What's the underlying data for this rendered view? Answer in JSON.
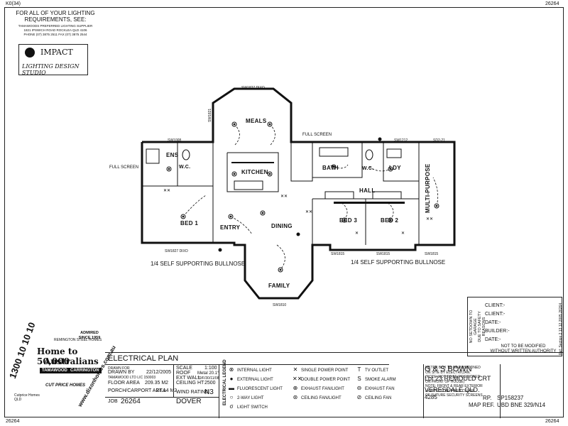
{
  "corner": {
    "top_left": "K0(34)",
    "top_right": "26264",
    "bottom_left": "26264",
    "bottom_right": "26264"
  },
  "lighting_note": {
    "line1": "FOR ALL OF YOUR LIGHTING",
    "line2": "REQUIREMENTS, SEE:",
    "line3": "TAMAWOODS PREFERRED LIGHTING SUPPLIER",
    "line4": "1821 IPSWICH ROAD ROCKLEA QLD 4106",
    "line5": "PHONE (07) 3875 2511  FAX (07) 3875 2544"
  },
  "impact_logo": {
    "line1": "IMPACT",
    "line2": "LIGHTING DESIGN STUDIO"
  },
  "plan": {
    "rooms": {
      "meals": "MEALS",
      "ens": "ENS",
      "wc1": "W.C.",
      "bed1": "BED 1",
      "entry": "ENTRY",
      "kitchen": "KITCHEN",
      "dining": "DINING",
      "family": "FAMILY",
      "bath": "BATH",
      "wc2": "W.C.",
      "ldy": "LDY",
      "hall": "HALL",
      "bed3": "BED 3",
      "bed2": "BED 2",
      "multi": "MULTI-PURPOSE"
    },
    "notes": {
      "full_screen_left": "FULL SCREEN",
      "full_screen_right": "FULL SCREEN",
      "bullnose_left": "1/4 SELF SUPPORTING BULLNOSE",
      "bullnose_right": "1/4 SELF SUPPORTING BULLNOSE",
      "win_top": "SW1827 DIXO",
      "win_bed1": "SW1827 DIXO",
      "win_family": "SW1810",
      "win_bed3": "SW1815",
      "win_bed2": "SW1815",
      "win_multi": "SW1815",
      "win_ldy": "SW1212",
      "win_ldy2": "SD2-21",
      "win_ens": "SW1008",
      "win_meals": "SW1821"
    }
  },
  "stamp": {
    "line1": "NO SETDOWN TO GARAGE",
    "line2": "DUE TO SAFETY REASONS",
    "client1": "CLIENT:-",
    "client2": "CLIENT:-",
    "date": "DATE:-",
    "builder": "BUILDER:-",
    "date2": "DATE:-",
    "bottom1": "NOT TO BE MODIFIED",
    "bottom2": "WITHOUT WRITTEN AUTHORITY"
  },
  "dixon": {
    "phone": "1300 10 10 10",
    "home": "Home to 50,000",
    "australians": "Australians",
    "since": "ADMIRED SINCE 1959",
    "carrington": "CARRINGTON",
    "tamawood": "TAMAWOOD",
    "remington": "REMINGTON STEEL HOMES",
    "cutprice": "CUT PRICE HOMES",
    "web": "www.dixonhomes.com.au",
    "qld": "Cutprice Homes QLD"
  },
  "title_block": {
    "title": "ELECTRICAL PLAN",
    "drawn_for_label": "DRAWN FOR",
    "drawn_by_label": "DRAWN BY",
    "drawn_by_value": "TAMAWOOD LTD  LIC  150003",
    "date_value": "22/12/2005",
    "floor_area_label": "FLOOR AREA",
    "floor_area_value": "209.35 M2",
    "porch_label": "PORCH/CARPORT AREA",
    "porch_value": "27.14 M2",
    "scale_label": "SCALE",
    "scale_value": "1:100",
    "roof_label": "ROOF",
    "roof_value": "Metal  20.1°",
    "ext_wall_label": "EXT WALL",
    "ext_wall_value": "70/F/30/11/08",
    "ceiling_label": "CEILING HT",
    "ceiling_value": "2500",
    "wind_label": "WIND RATING",
    "wind_value": "N3",
    "job_label": "JOB",
    "job_value": "26264",
    "design": "DOVER",
    "legend_vertical": "ELECTRICAL LEGEND",
    "legend": [
      {
        "sym": "⊗",
        "text": "INTERNAL LIGHT"
      },
      {
        "sym": "●",
        "text": "EXTERNAL LIGHT"
      },
      {
        "sym": "▬",
        "text": "FLUORESCENT LIGHT"
      },
      {
        "sym": "○",
        "text": "2-WAY LIGHT"
      },
      {
        "sym": "σ",
        "text": "LIGHT SWITCH"
      },
      {
        "sym": "✕",
        "text": "SINGLE POWER POINT"
      },
      {
        "sym": "✕✕",
        "text": "DOUBLE POWER POINT"
      },
      {
        "sym": "⊕",
        "text": "EXHAUST FAN/LIGHT"
      },
      {
        "sym": "⊛",
        "text": "CEILING FAN/LIGHT"
      },
      {
        "sym": "T",
        "text": "TV OUTLET"
      },
      {
        "sym": "S",
        "text": "SMOKE ALARM"
      },
      {
        "sym": "⊖",
        "text": "EXHAUST FAN"
      },
      {
        "sym": "⊘",
        "text": "CEILING FAN"
      }
    ],
    "meter_note1": "METER BOX TO BE POSITIONED",
    "meter_note2": "ON SITE BY ELECTRICIAN.",
    "meter_note3": "(NOTE: NOT TO BE POSITIONED",
    "meter_note4": "ON FRONT OF HOUSE)",
    "meter_note5": "NOTE: FRONT & REAR EXTERIOR",
    "meter_note6": "LIGHTS TO BE FIXED CLEAR",
    "meter_note7": "OF FUTURE SECURITY SCREENS",
    "owner": "G & S BOWN",
    "lot": "Lot 23 REMOULD CRT",
    "suburb": "VERESDALE QLD.",
    "postcode": "4285",
    "rp_label": "RP.",
    "rp_value": "SP158237",
    "map_label": "MAP REF.",
    "map_value": "UBD BNE 329/N14",
    "side_note": "Ref: Section 2 13.12.2005  26264"
  }
}
